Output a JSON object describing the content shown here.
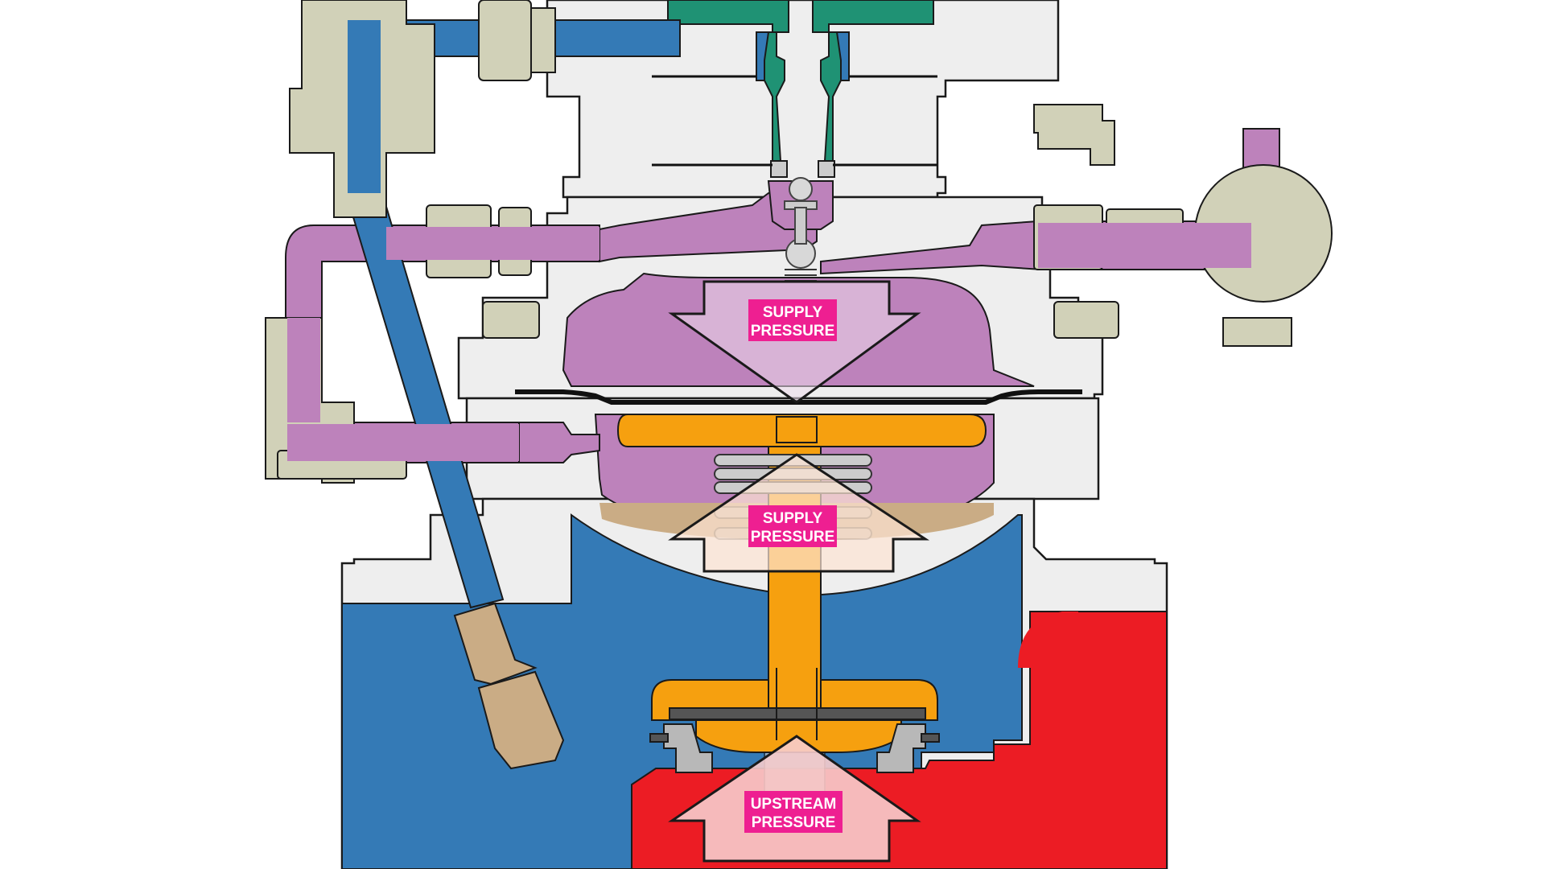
{
  "colors": {
    "background": "#ffffff",
    "body_grey": "#eeeeee",
    "outline": "#1a1a1a",
    "fitting_khaki": "#d1d1b8",
    "downstream_blue": "#347ab6",
    "upstream_red": "#ec1c24",
    "control_purple": "#bd82bb",
    "diaphragm_orange": "#f6a00f",
    "pilot_green": "#1f9274",
    "brass_tan": "#caac85",
    "seat_grey": "#b8b8b8",
    "label_magenta": "#ee1f91",
    "label_text": "#ffffff"
  },
  "labels": [
    {
      "id": "supply-top",
      "lines": [
        "SUPPLY",
        "PRESSURE"
      ]
    },
    {
      "id": "supply-bottom",
      "lines": [
        "SUPPLY",
        "PRESSURE"
      ]
    },
    {
      "id": "upstream",
      "lines": [
        "UPSTREAM",
        "PRESSURE"
      ]
    }
  ],
  "arrows": [
    {
      "id": "supply-top",
      "direction": "down",
      "fill": "#eedcec"
    },
    {
      "id": "supply-bottom",
      "direction": "up",
      "fill": "#fde4d3"
    },
    {
      "id": "upstream",
      "direction": "up",
      "fill": "#f7cccc"
    }
  ],
  "icons": [
    "spring-icon",
    "ball-check-icon",
    "hex-nut-icon"
  ]
}
